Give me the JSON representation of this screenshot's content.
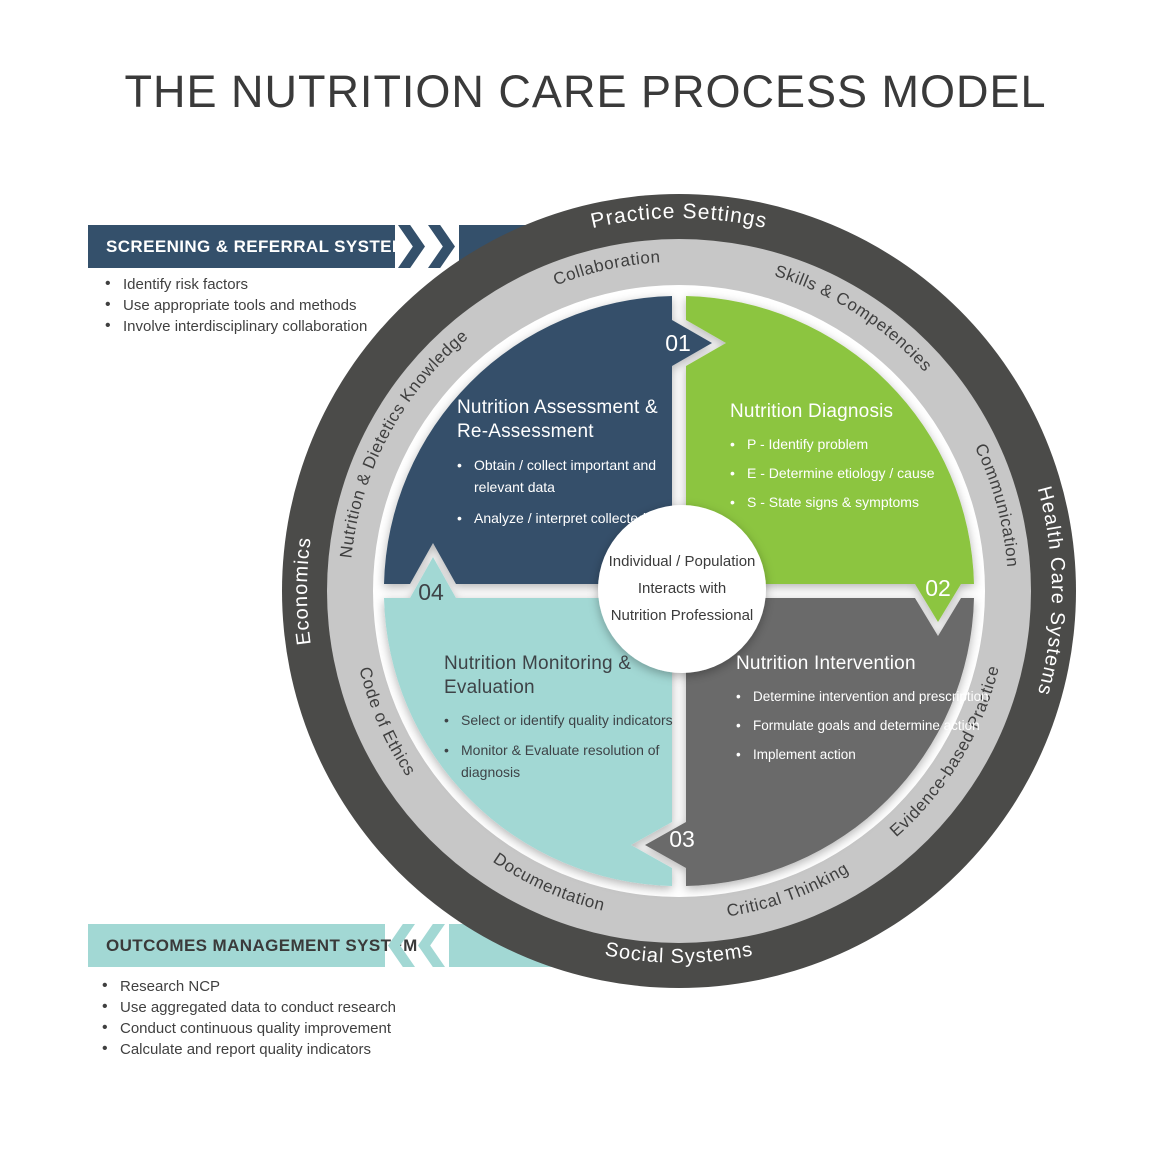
{
  "title": "THE NUTRITION CARE PROCESS MODEL",
  "colors": {
    "navy": "#34506b",
    "green": "#8cc540",
    "gray_quadrant": "#6b6b6b",
    "teal": "#a2d8d4",
    "outer_ring": "#4b4b49",
    "inner_ring": "#c7c7c7",
    "text_dark": "#3a3a3a"
  },
  "screening_system": {
    "label": "SCREENING & REFERRAL SYSTEM",
    "bullets": [
      "Identify risk factors",
      "Use  appropriate tools and methods",
      "Involve interdisciplinary collaboration"
    ]
  },
  "outcomes_system": {
    "label": "OUTCOMES MANAGEMENT SYSTEM",
    "bullets": [
      "Research NCP",
      "Use aggregated data to conduct research",
      "Conduct continuous quality improvement",
      "Calculate and report quality indicators"
    ]
  },
  "rings": {
    "outer": {
      "practice_settings": "Practice Settings",
      "health_care_systems": "Health Care Systems",
      "social_systems": "Social Systems",
      "economics": "Economics"
    },
    "inner": {
      "collaboration": "Collaboration",
      "skills_competencies": "Skills & Competencies",
      "communication": "Communication",
      "evidence_based_practice": "Evidence-based Practice",
      "critical_thinking": "Critical Thinking",
      "documentation": "Documentation",
      "code_of_ethics": "Code of Ethics",
      "nutrition_dietetics_knowledge": "Nutrition & Dietetics Knowledge"
    }
  },
  "center_circle": {
    "lines": [
      "Individual / Population",
      "Interacts with",
      "Nutrition Professional"
    ]
  },
  "quadrants": {
    "q1": {
      "number": "01",
      "title": "Nutrition Assessment & Re-Assessment",
      "bullets": [
        "Obtain / collect important and relevant data",
        "Analyze / interpret collected data"
      ]
    },
    "q2": {
      "number": "02",
      "title": "Nutrition Diagnosis",
      "bullets": [
        "P - Identify problem",
        "E - Determine etiology / cause",
        "S - State signs & symptoms"
      ]
    },
    "q3": {
      "number": "03",
      "title": "Nutrition Intervention",
      "bullets": [
        "Determine intervention and prescription",
        "Formulate goals and determine action",
        "Implement action"
      ]
    },
    "q4": {
      "number": "04",
      "title": "Nutrition Monitoring & Evaluation",
      "bullets": [
        "Select or identify quality indicators",
        "Monitor & Evaluate resolution of diagnosis"
      ]
    }
  }
}
